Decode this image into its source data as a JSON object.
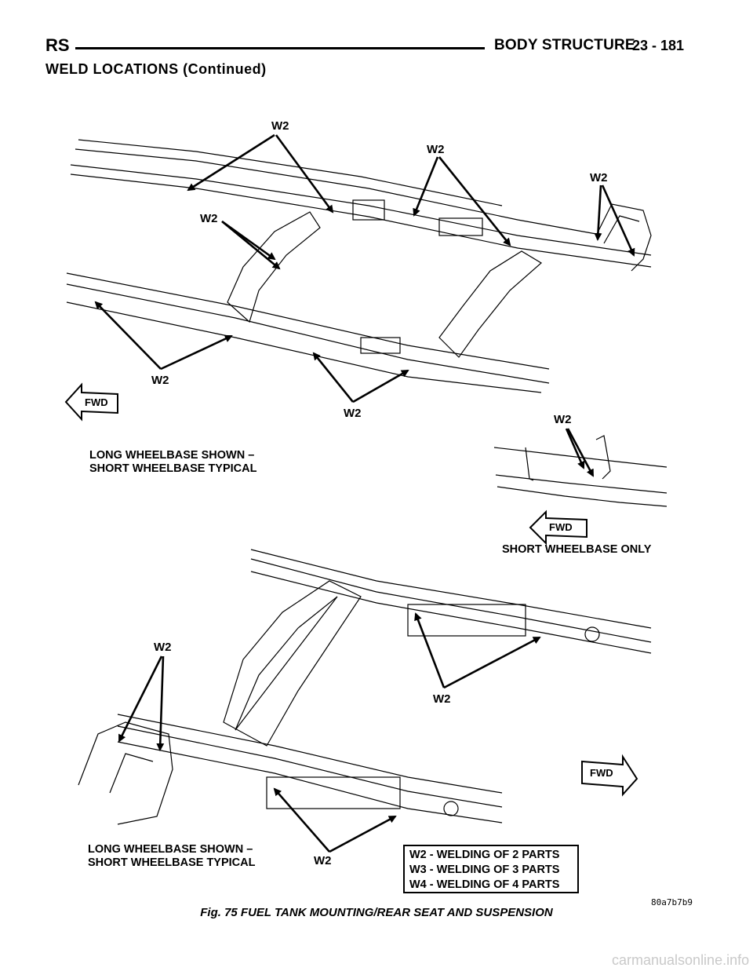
{
  "header": {
    "left": "RS",
    "right": "BODY STRUCTURE",
    "page": "23 - 181"
  },
  "section_title": "WELD LOCATIONS (Continued)",
  "labels": {
    "w2": "W2",
    "fwd": "FWD"
  },
  "captions": {
    "top_line1": "LONG WHEELBASE SHOWN –",
    "top_line2": "SHORT WHEELBASE TYPICAL",
    "short_only": "SHORT WHEELBASE ONLY",
    "bottom_line1": "LONG WHEELBASE SHOWN –",
    "bottom_line2": "SHORT WHEELBASE TYPICAL"
  },
  "legend": [
    "W2 - WELDING OF 2 PARTS",
    "W3 - WELDING OF 3 PARTS",
    "W4 - WELDING OF 4 PARTS"
  ],
  "image_code": "80a7b7b9",
  "figure_caption": "Fig. 75 FUEL TANK MOUNTING/REAR SEAT AND SUSPENSION",
  "watermark": "carmanualsonline.info"
}
